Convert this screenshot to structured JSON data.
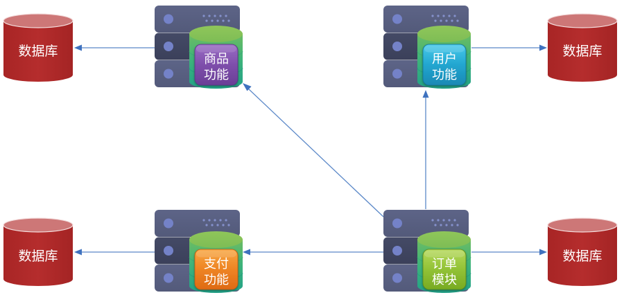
{
  "diagram": {
    "type": "microservice-architecture",
    "colors": {
      "database_body": "#b02a2a",
      "database_top": "#cd7676",
      "server_unit_light": "#575e80",
      "server_unit_dark": "#3f4560",
      "server_led": "#7a88cc",
      "cylinder_top": "#8ac25a",
      "cylinder_mid": "#4fba72",
      "cylinder_low": "#2fae86",
      "arrow": "#4a7bc4"
    },
    "services": [
      {
        "id": "product",
        "line1": "商品",
        "line2": "功能",
        "label": "商品功能",
        "color": "#7d4fa8",
        "color_light": "#9466bd"
      },
      {
        "id": "user",
        "line1": "用户",
        "line2": "功能",
        "label": "用户功能",
        "color": "#1f9ec8",
        "color_light": "#3cc3e6"
      },
      {
        "id": "payment",
        "line1": "支付",
        "line2": "功能",
        "label": "支付功能",
        "color": "#e8781c",
        "color_light": "#f5a040"
      },
      {
        "id": "order",
        "line1": "订单",
        "line2": "模块",
        "label": "订单模块",
        "color": "#86b828",
        "color_light": "#a8d24a"
      }
    ],
    "databases": [
      {
        "id": "db-product",
        "label": "数据库"
      },
      {
        "id": "db-user",
        "label": "数据库"
      },
      {
        "id": "db-payment",
        "label": "数据库"
      },
      {
        "id": "db-order",
        "label": "数据库"
      }
    ],
    "edges": [
      {
        "from": "product",
        "to": "db-product"
      },
      {
        "from": "user",
        "to": "db-user"
      },
      {
        "from": "payment",
        "to": "db-payment"
      },
      {
        "from": "order",
        "to": "db-order"
      },
      {
        "from": "order",
        "to": "payment"
      },
      {
        "from": "order",
        "to": "product"
      },
      {
        "from": "order",
        "to": "user"
      }
    ]
  }
}
